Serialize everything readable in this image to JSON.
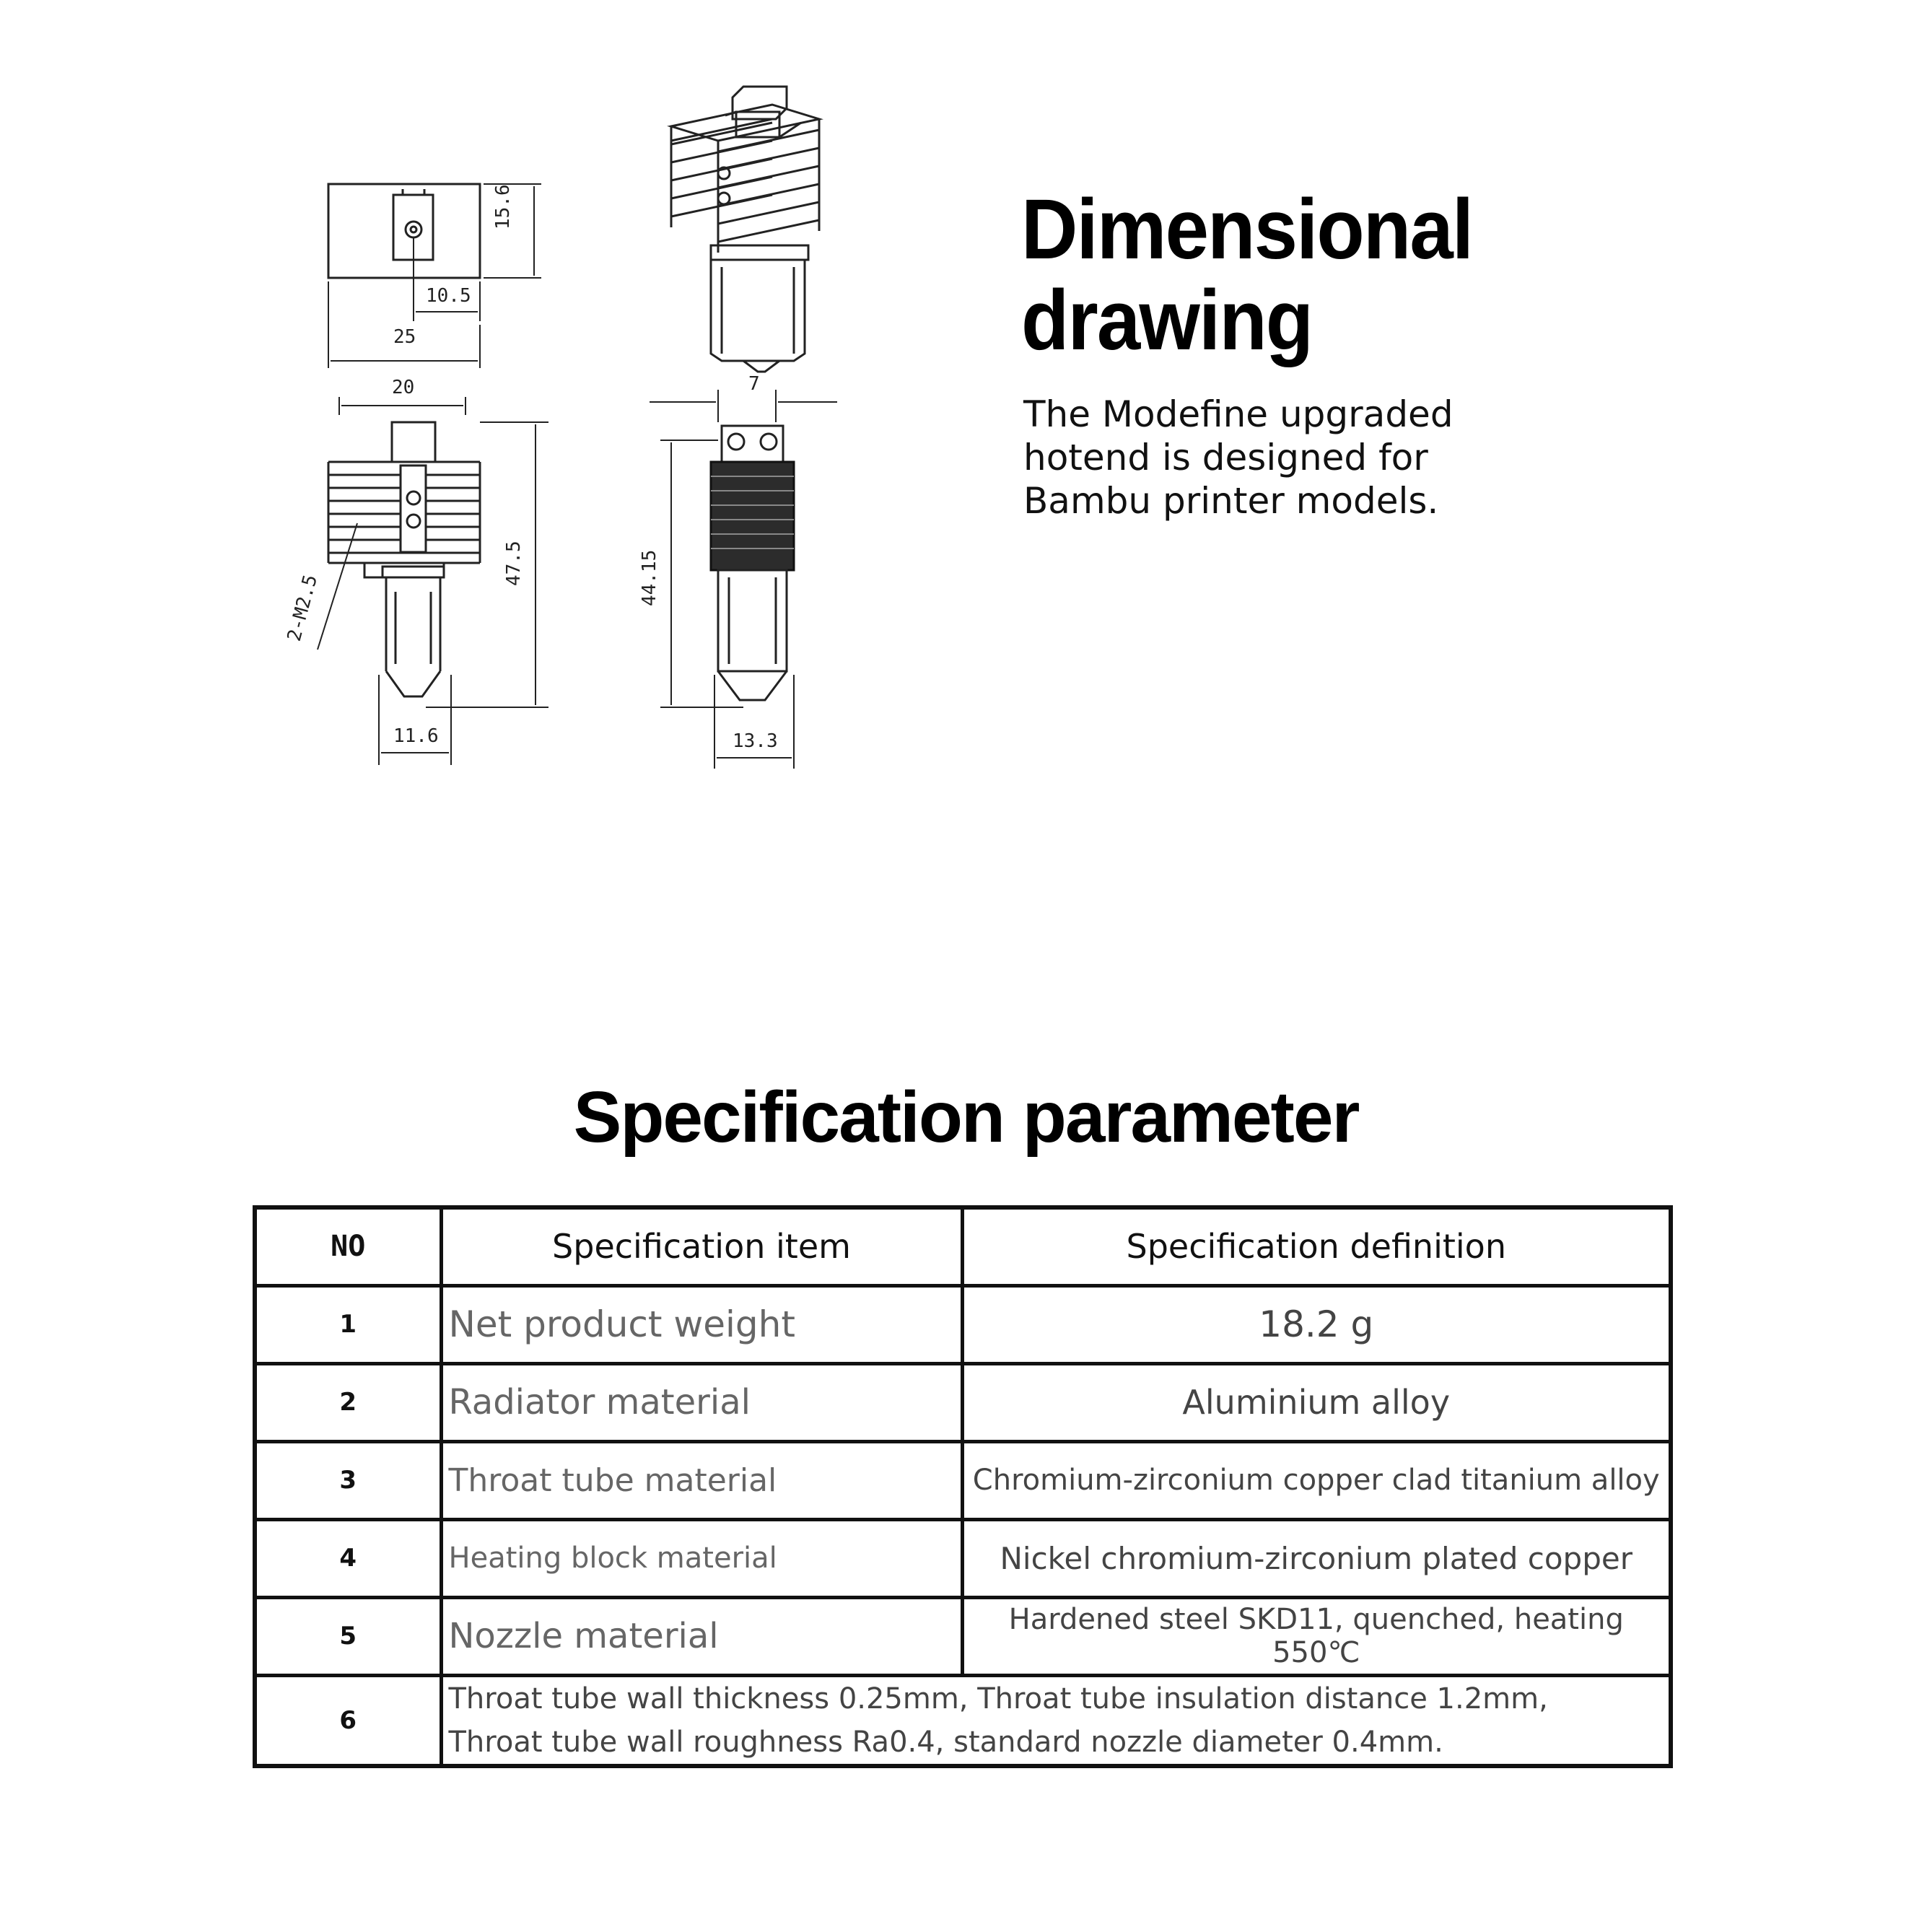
{
  "drawing": {
    "dimensions": {
      "top_height": "15.6",
      "top_offset": "10.5",
      "top_width": "25",
      "fin_width": "20",
      "thread": "2-M2.5",
      "front_height": "47.5",
      "nozzle_width": "11.6",
      "side_offset": "7",
      "side_height": "44.15",
      "side_width": "13.3"
    }
  },
  "hero": {
    "title_line1": "Dimensional",
    "title_line2": "drawing",
    "subtitle_line1": "The Modefine upgraded",
    "subtitle_line2": "hotend is designed for",
    "subtitle_line3": "Bambu printer models."
  },
  "spec": {
    "title": "Specification parameter",
    "headers": {
      "no": "NO",
      "item": "Specification item",
      "definition": "Specification definition"
    },
    "rows": [
      {
        "no": "1",
        "item": "Net product weight",
        "definition": "18.2 g"
      },
      {
        "no": "2",
        "item": "Radiator material",
        "definition": "Aluminium alloy"
      },
      {
        "no": "3",
        "item": "Throat tube  material",
        "definition": "Chromium-zirconium copper clad titanium alloy"
      },
      {
        "no": "4",
        "item": "Heating block material",
        "definition": "Nickel chromium-zirconium plated copper"
      },
      {
        "no": "5",
        "item": "Nozzle material",
        "definition": "Hardened steel SKD11, quenched, heating 550℃"
      }
    ],
    "row6": {
      "no": "6",
      "line1": "Throat tube  wall thickness 0.25mm, Throat tube insulation distance 1.2mm,",
      "line2": "Throat tube  wall roughness Ra0.4, standard nozzle diameter 0.4mm."
    }
  }
}
